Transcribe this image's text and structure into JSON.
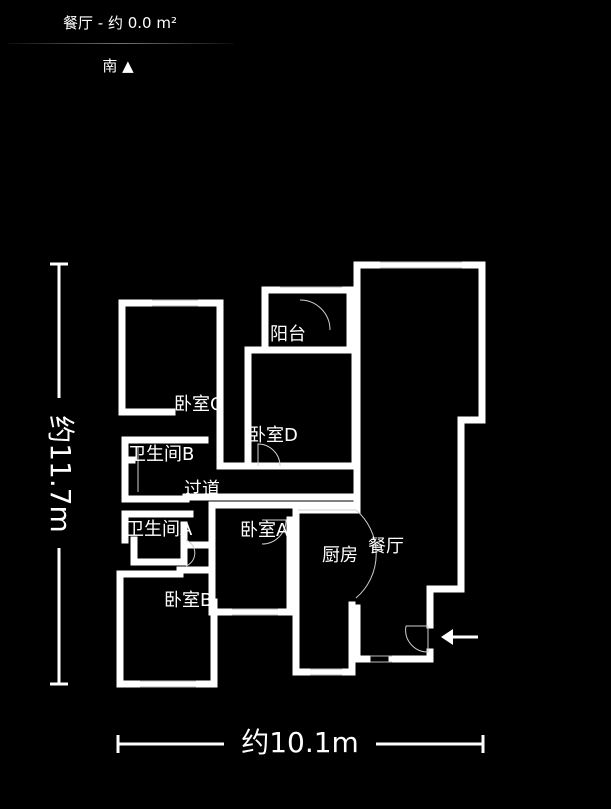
{
  "header": {
    "title": "餐厅 - 约 0.0 m²",
    "compass": "南 ▲"
  },
  "rooms": {
    "bedroom_c": "卧室C",
    "balcony": "阳台",
    "bedroom_d": "卧室D",
    "bathroom_b": "卫生间B",
    "corridor": "过道",
    "bathroom_a": "卫生间A",
    "bedroom_a": "卧室A",
    "kitchen": "厨房",
    "dining": "餐厅",
    "bedroom_b": "卧室B"
  },
  "dimensions": {
    "height": "约11.7m",
    "width": "约10.1m"
  },
  "icons": {
    "entrance": "arrow-left-icon"
  }
}
